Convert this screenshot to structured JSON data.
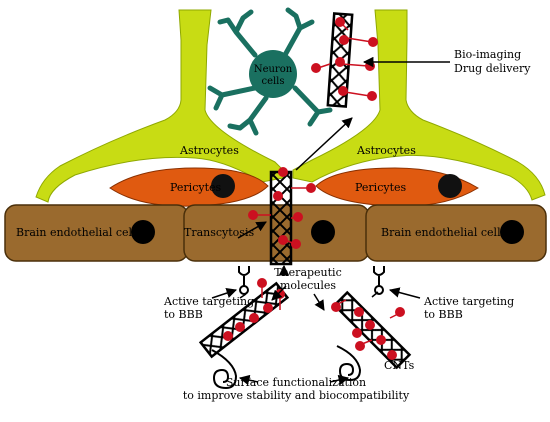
{
  "labels": {
    "neuron": [
      "Neuron",
      "cells"
    ],
    "bio_imaging": "Bio-imaging",
    "drug_delivery": "Drug delivery",
    "astrocytes_left": "Astrocytes",
    "astrocytes_right": "Astrocytes",
    "pericytes_left": "Pericytes",
    "pericytes_right": "Pericytes",
    "endothelial_left": "Brain endothelial cells",
    "endothelial_right": "Brain endothelial cells",
    "transcytosis": "Transcytosis",
    "therapeutic": [
      "Therapeutic",
      "molecules"
    ],
    "active_left": [
      "Active targeting",
      "to BBB"
    ],
    "active_right": [
      "Active targeting",
      "to BBB"
    ],
    "cnts": "CNTs",
    "surface": [
      "Surface functionalization",
      "to improve stability and biocompatibility"
    ]
  },
  "colors": {
    "astrocyte": "#c8dc14",
    "pericyte": "#e05a10",
    "endothelial": "#9a6a2e",
    "neuron": "#1a7060",
    "molecule": "#cc1020",
    "nanotube_stroke": "#000000"
  }
}
